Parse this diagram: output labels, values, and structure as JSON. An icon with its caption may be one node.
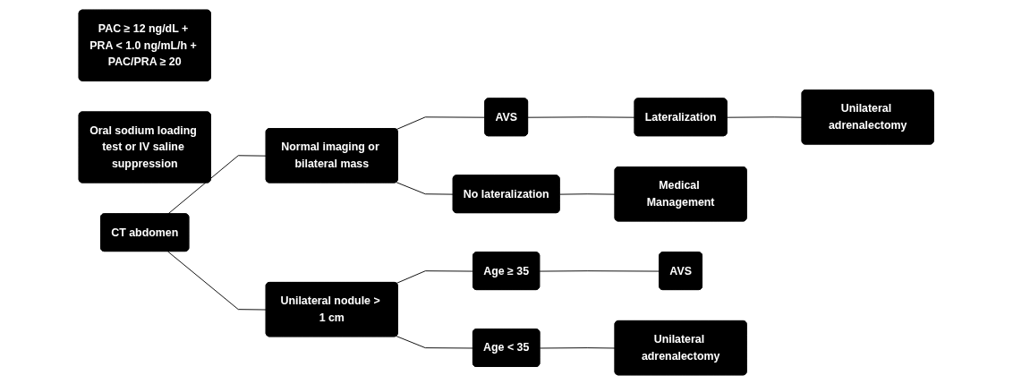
{
  "diagram": {
    "nodes": [
      {
        "text": [
          "PAC ≥ 12 ng/dL + PRA < 1.0 ng/mL/h + PAC/PRA ≥ 20"
        ]
      },
      {
        "text": [
          "Oral sodium loading test or IV saline suppression"
        ]
      },
      {
        "text": [
          "CT abdomen"
        ]
      },
      {
        "text": [
          "Normal imaging or bilateral mass"
        ]
      },
      {
        "text": [
          "Unilateral nodule > 1 cm"
        ]
      },
      {
        "text": [
          "AVS"
        ]
      },
      {
        "text": [
          "No lateralization"
        ]
      },
      {
        "text": [
          "Age ≥ 35"
        ]
      },
      {
        "text": [
          "Age < 35"
        ]
      },
      {
        "text": [
          "Lateralization"
        ]
      },
      {
        "text": [
          "Medical Management"
        ]
      },
      {
        "text": [
          "AVS"
        ]
      },
      {
        "text": [
          "Unilateral adrenalectomy"
        ]
      },
      {
        "text": [
          "Unilateral adrenalectomy"
        ]
      }
    ],
    "edges": [
      {
        "from": 2,
        "to": 3,
        "arrow": "none"
      },
      {
        "from": 2,
        "to": 4,
        "arrow": "none"
      },
      {
        "from": 3,
        "to": 5,
        "arrow": "none"
      },
      {
        "from": 3,
        "to": 6,
        "arrow": "none"
      },
      {
        "from": 4,
        "to": 7,
        "arrow": "none"
      },
      {
        "from": 4,
        "to": 8,
        "arrow": "none"
      },
      {
        "from": 5,
        "to": 9,
        "arrow": "none"
      },
      {
        "from": 6,
        "to": 10,
        "arrow": "none"
      },
      {
        "from": 7,
        "to": 11,
        "arrow": "none"
      },
      {
        "from": 8,
        "to": 12,
        "arrow": "none"
      },
      {
        "from": 9,
        "to": 13,
        "arrow": "none"
      }
    ]
  }
}
